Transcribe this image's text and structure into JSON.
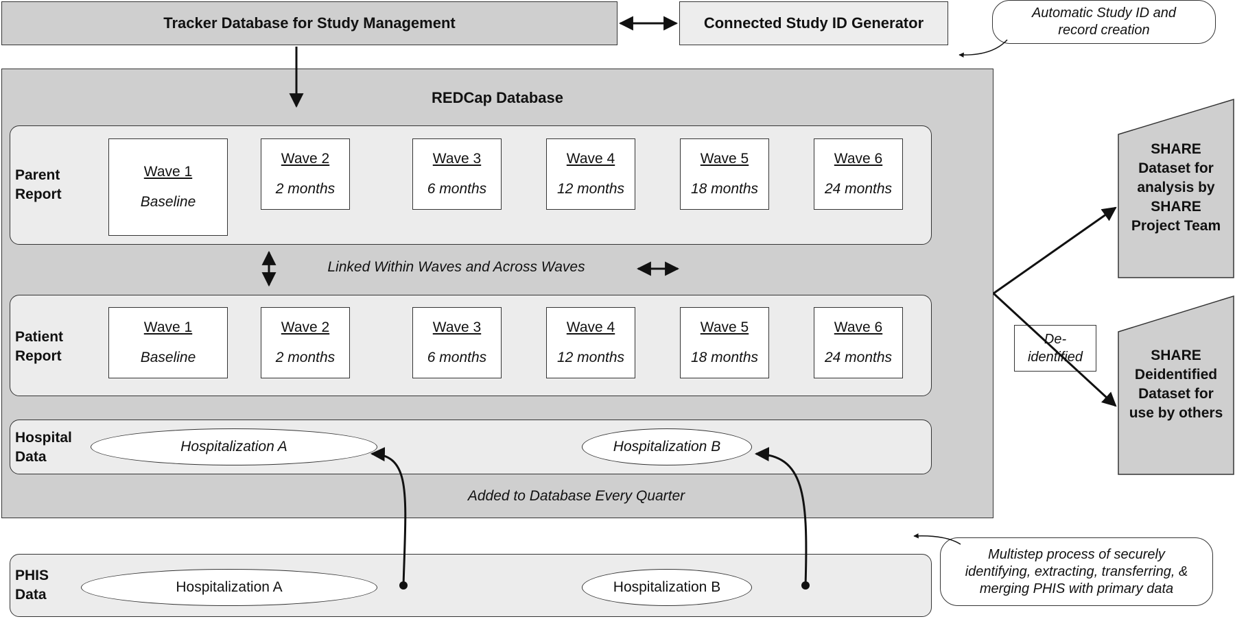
{
  "tracker": {
    "label": "Tracker Database for Study Management"
  },
  "generator": {
    "label": "Connected Study ID Generator"
  },
  "auto_note": {
    "line1": "Automatic Study ID and",
    "line2": "record creation"
  },
  "redcap": {
    "title": "REDCap Database",
    "parent": {
      "label_line1": "Parent",
      "label_line2": "Report",
      "waves": [
        {
          "name": "Wave 1",
          "time": "Baseline"
        },
        {
          "name": "Wave 2",
          "time": "2 months"
        },
        {
          "name": "Wave 3",
          "time": "6 months"
        },
        {
          "name": "Wave 4",
          "time": "12 months"
        },
        {
          "name": "Wave 5",
          "time": "18 months"
        },
        {
          "name": "Wave 6",
          "time": "24 months"
        }
      ]
    },
    "linked_caption": "Linked Within Waves and Across Waves",
    "patient": {
      "label_line1": "Patient",
      "label_line2": "Report",
      "waves": [
        {
          "name": "Wave 1",
          "time": "Baseline"
        },
        {
          "name": "Wave 2",
          "time": "2 months"
        },
        {
          "name": "Wave 3",
          "time": "6 months"
        },
        {
          "name": "Wave 4",
          "time": "12 months"
        },
        {
          "name": "Wave 5",
          "time": "18 months"
        },
        {
          "name": "Wave 6",
          "time": "24 months"
        }
      ]
    },
    "hospital": {
      "label_line1": "Hospital",
      "label_line2": "Data",
      "items": [
        "Hospitalization A",
        "Hospitalization B"
      ]
    },
    "quarter_caption": "Added to Database Every Quarter"
  },
  "phis": {
    "label_line1": "PHIS",
    "label_line2": "Data",
    "items": [
      "Hospitalization A",
      "Hospitalization B"
    ]
  },
  "phis_note": {
    "line1": "Multistep process of securely",
    "line2": "identifying, extracting, transferring, &",
    "line3": "merging PHIS with primary data"
  },
  "share_team": {
    "lines": [
      "SHARE",
      "Dataset for",
      "analysis by",
      "SHARE",
      "Project Team"
    ]
  },
  "share_others": {
    "lines": [
      "SHARE",
      "Deidentified",
      "Dataset for",
      "use by others"
    ]
  },
  "deid": {
    "line1": "De-",
    "line2": "identified"
  }
}
